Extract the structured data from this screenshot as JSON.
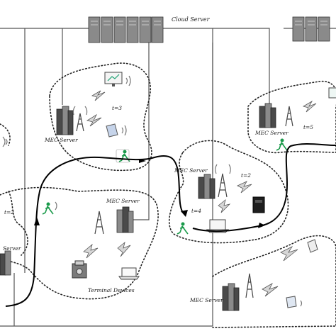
{
  "labels": {
    "cloud_server": "Cloud Server",
    "mec_server": "MEC Server",
    "terminal_devices": "Terminal Devices",
    "t_top": "t=3",
    "t_middle": "t=2",
    "t_center": "t=4",
    "t_left": "t=2",
    "t_right": "t=5",
    "partial_left": "Server"
  }
}
